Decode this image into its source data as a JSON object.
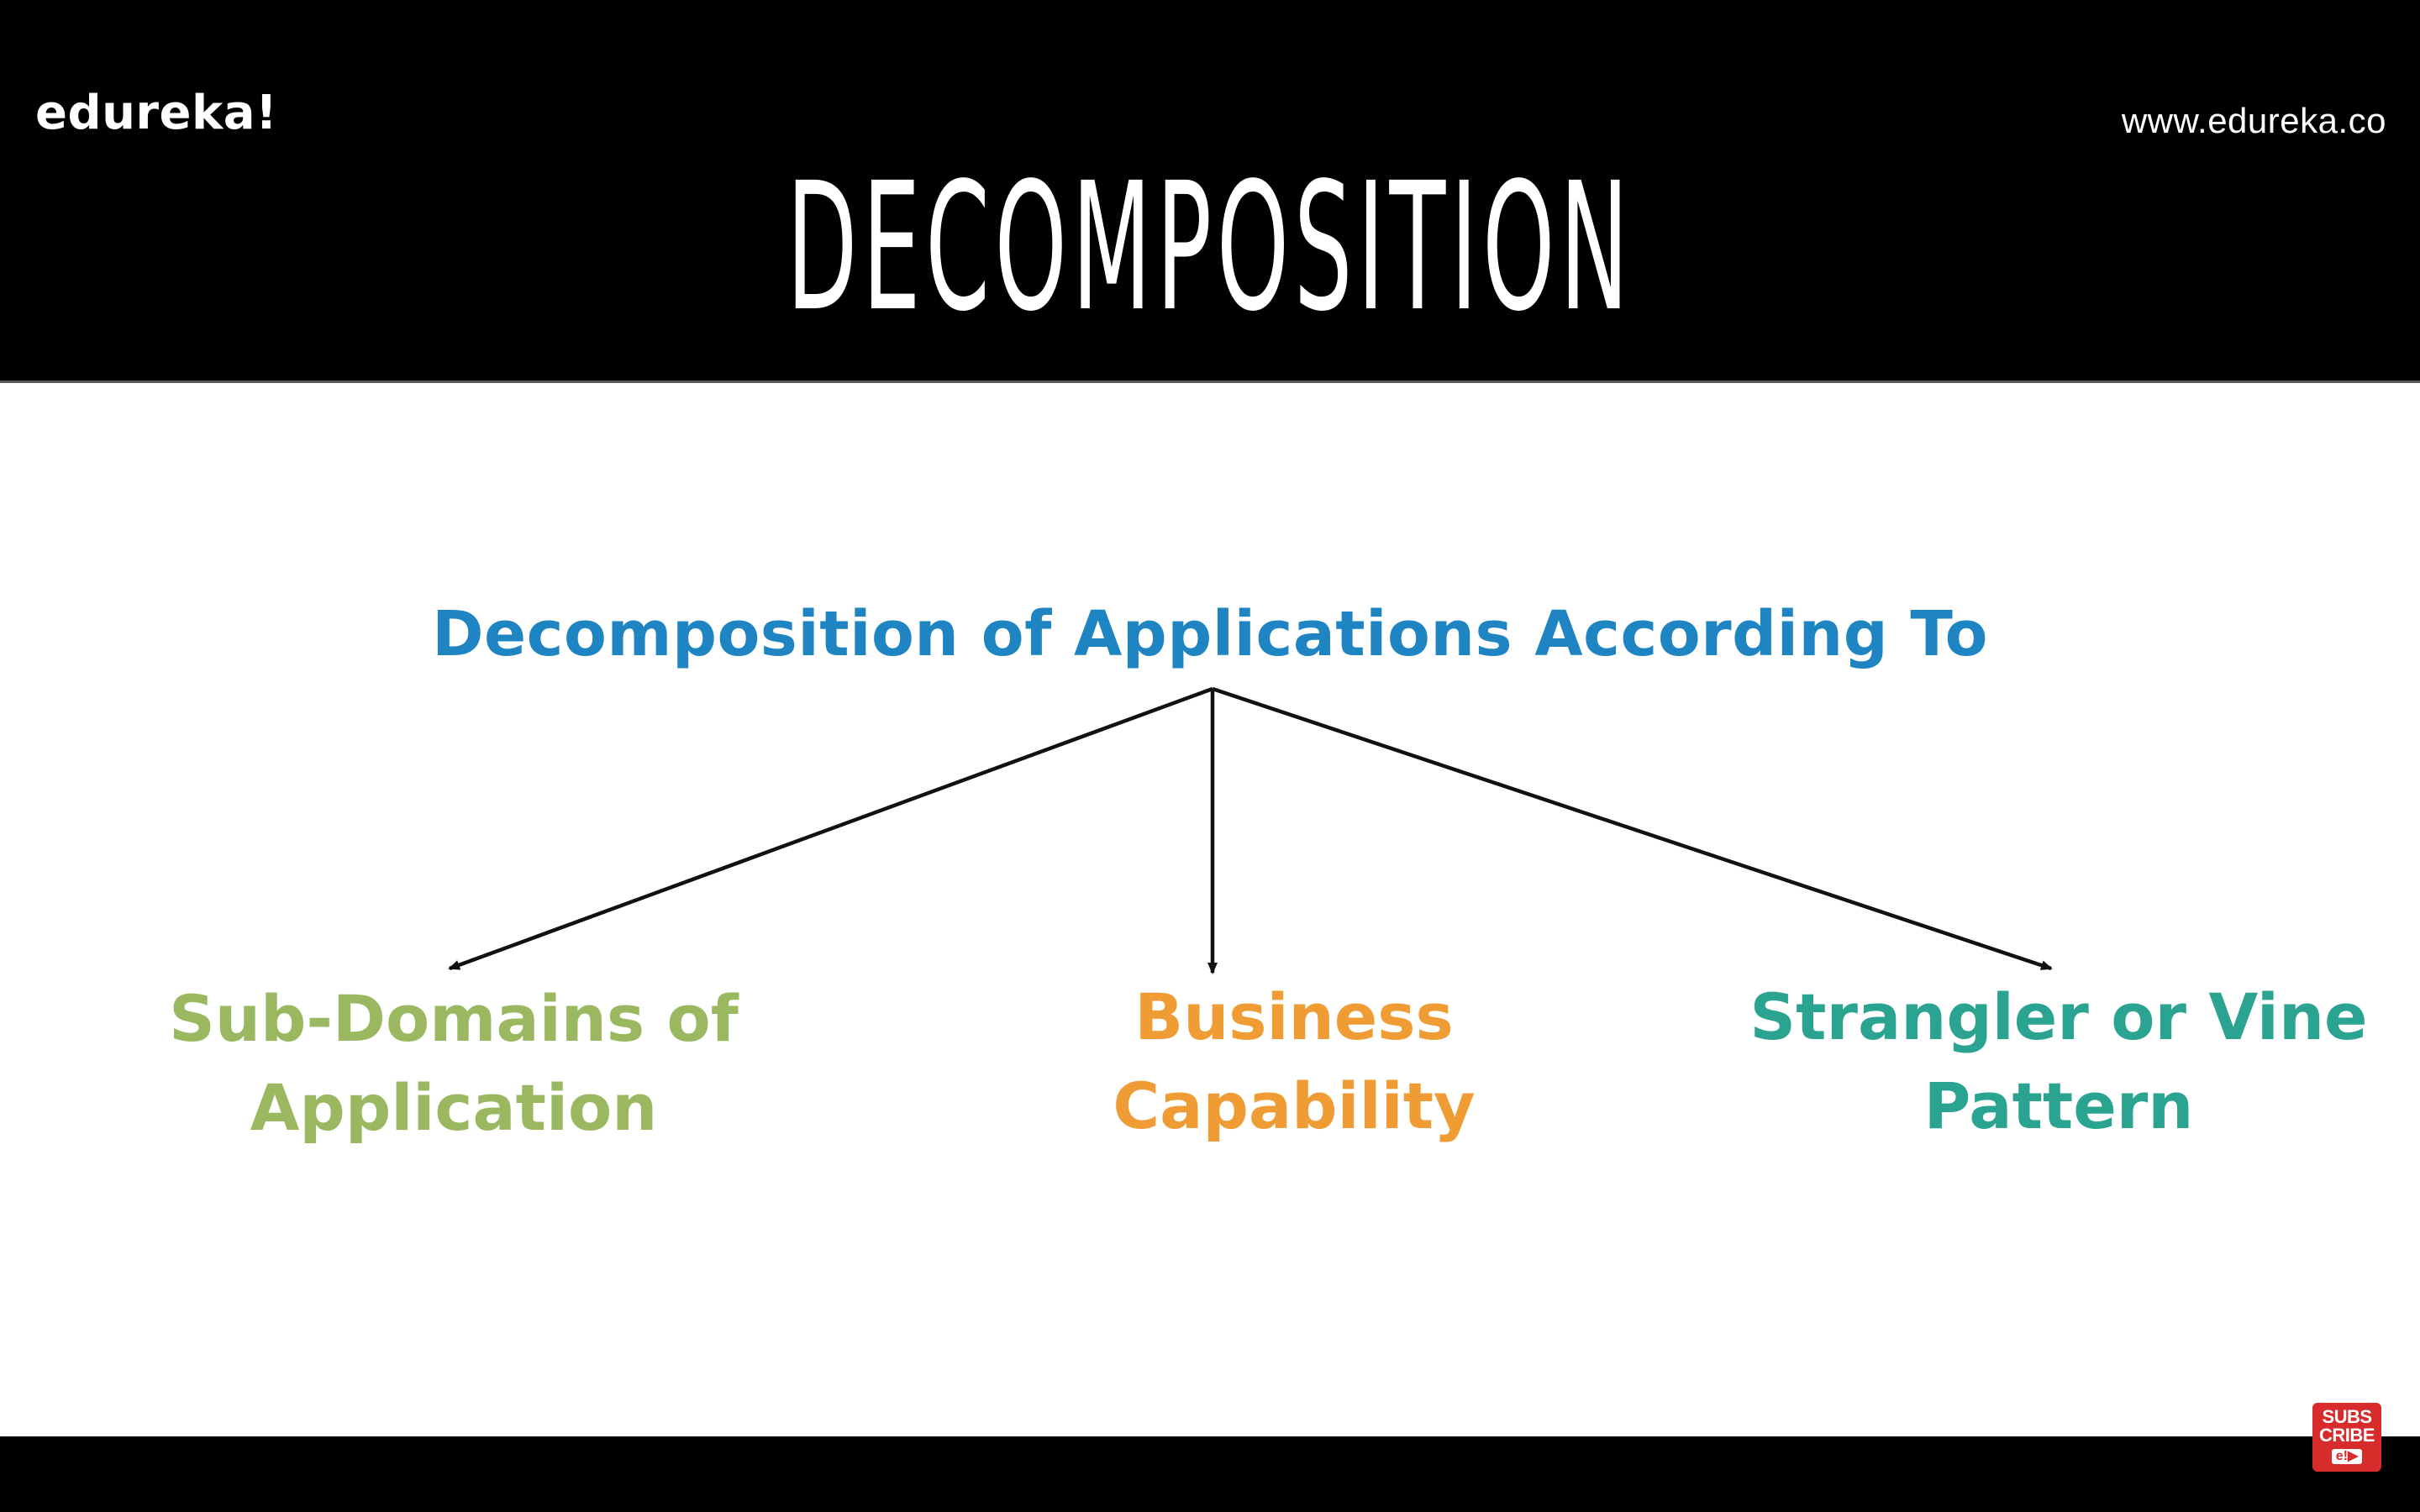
{
  "header": {
    "brand": "edureka!",
    "url": "www.edureka.co",
    "title": "DECOMPOSITION"
  },
  "diagram": {
    "root": "Decomposition of Applications According To",
    "branches": [
      {
        "line1": "Sub-Domains of",
        "line2": "Application",
        "color": "#9ab860"
      },
      {
        "line1": "Business",
        "line2": "Capability",
        "color": "#ef9c35"
      },
      {
        "line1": "Strangler or Vine",
        "line2": "Pattern",
        "color": "#2aa390"
      }
    ],
    "root_color": "#1f84c2",
    "connector_color": "#111111"
  },
  "badge": {
    "line1": "SUBS",
    "line2": "CRIBE",
    "mark": "e!▶"
  }
}
